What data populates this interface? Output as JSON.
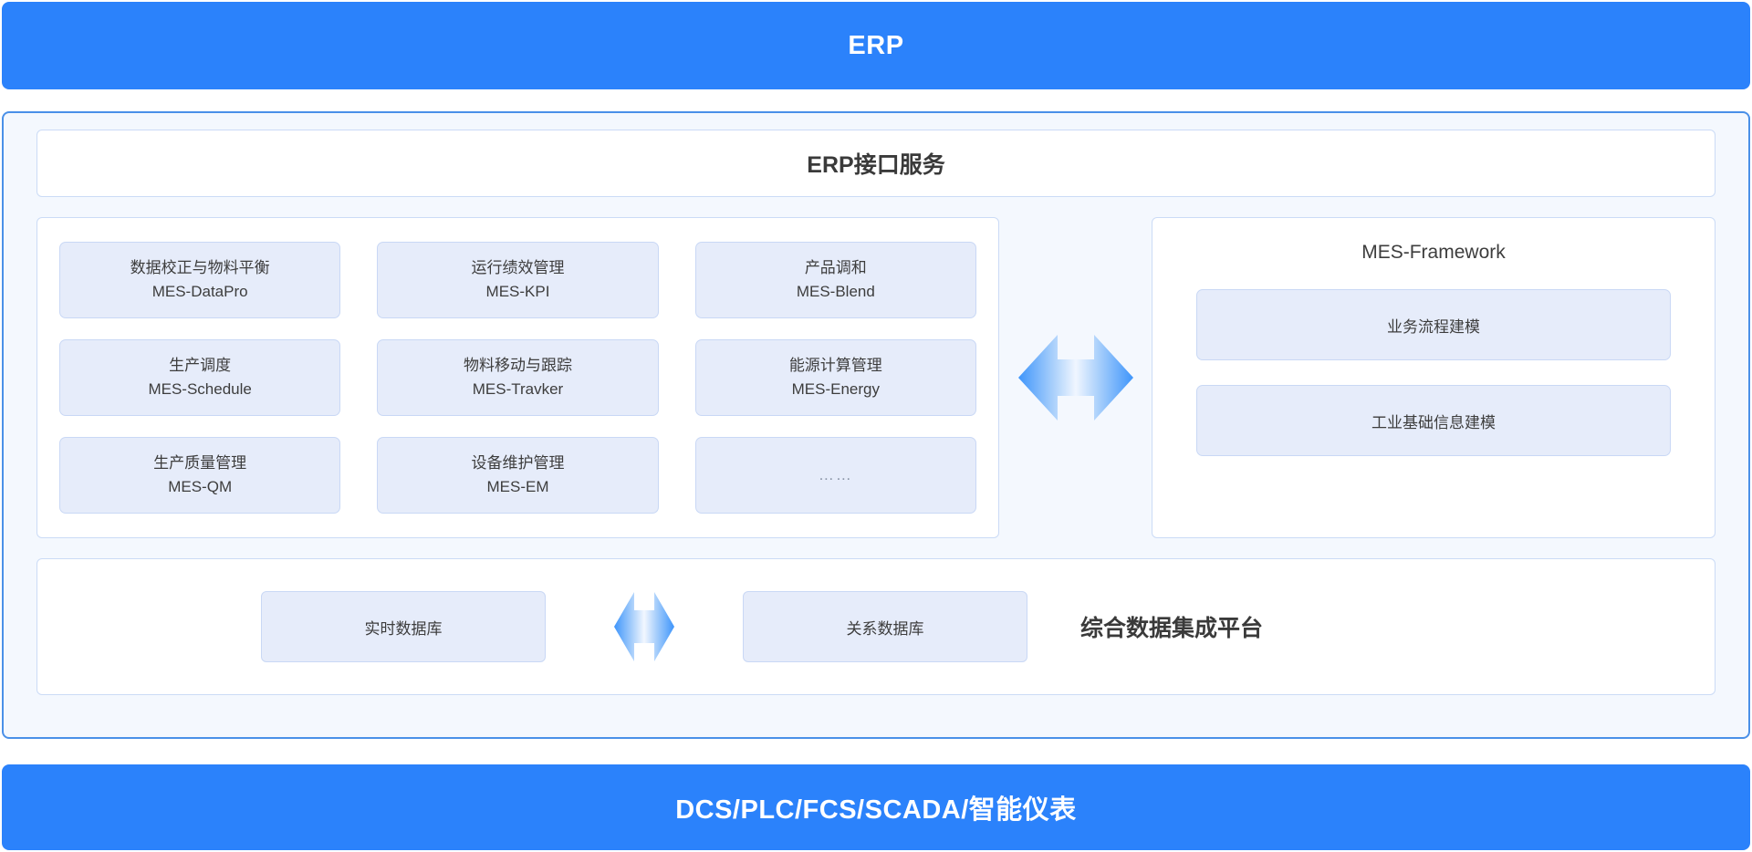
{
  "top_banner": {
    "label": "ERP"
  },
  "bottom_banner": {
    "label": "DCS/PLC/FCS/SCADA/智能仪表"
  },
  "erp_service": {
    "label": "ERP接口服务"
  },
  "modules": {
    "rows": [
      [
        {
          "cn": "数据校正与物料平衡",
          "en": "MES-DataPro"
        },
        {
          "cn": "运行绩效管理",
          "en": "MES-KPI"
        },
        {
          "cn": "产品调和",
          "en": "MES-Blend"
        }
      ],
      [
        {
          "cn": "生产调度",
          "en": "MES-Schedule"
        },
        {
          "cn": "物料移动与跟踪",
          "en": "MES-Travker"
        },
        {
          "cn": "能源计算管理",
          "en": "MES-Energy"
        }
      ],
      [
        {
          "cn": "生产质量管理",
          "en": "MES-QM"
        },
        {
          "cn": "设备维护管理",
          "en": "MES-EM"
        },
        {
          "cn": "……",
          "en": ""
        }
      ]
    ]
  },
  "framework": {
    "title": "MES-Framework",
    "cards": [
      {
        "label": "业务流程建模"
      },
      {
        "label": "工业基础信息建模"
      }
    ]
  },
  "data_platform": {
    "realtime_db": "实时数据库",
    "relational_db": "关系数据库",
    "platform_label": "综合数据集成平台"
  },
  "colors": {
    "banner_blue": "#2B82FB",
    "container_border": "#4A90E8",
    "container_bg": "#F4F8FE",
    "card_fill": "#E6ECFA",
    "card_border": "#C9D8F5",
    "text_dark": "#3d3d3d",
    "arrow_blue": "#3E95FB"
  }
}
